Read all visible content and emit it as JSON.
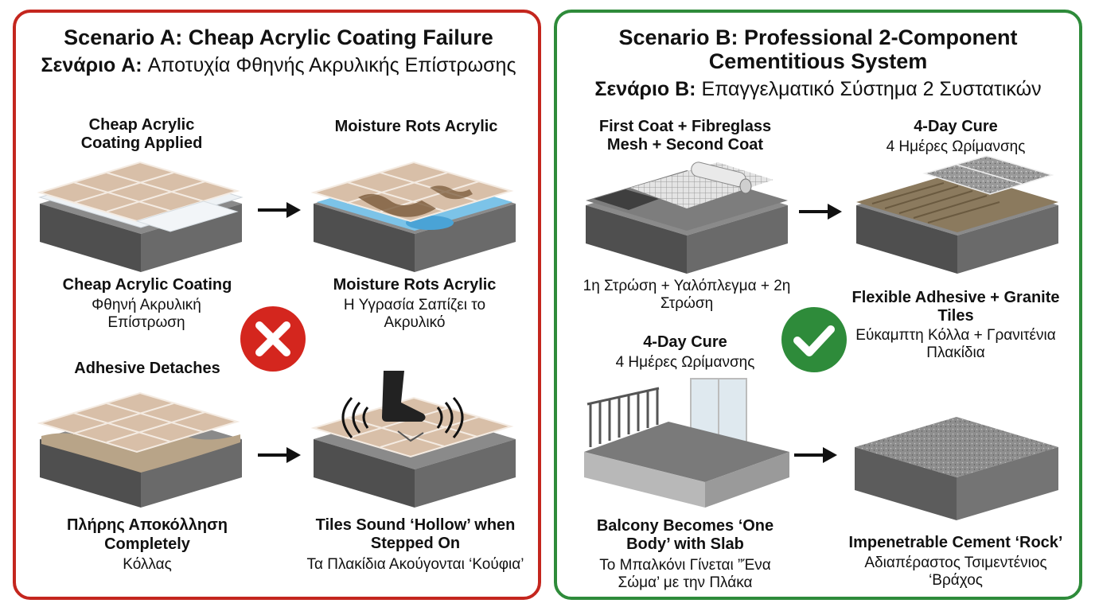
{
  "scenario_a": {
    "title": "Scenario A: Cheap Acrylic Coating Failure",
    "subtitle_prefix": "Σενάριο A:",
    "subtitle_rest": " Αποτυχία Φθηνής Ακρυλικής Επίστρωσης",
    "step1": {
      "heading": "Cheap Acrylic Coating Applied",
      "caption_en": "Cheap Acrylic Coating",
      "caption_gr": "Φθηνή Ακρυλική Επίστρωση"
    },
    "step2": {
      "heading": "Moisture Rots Acrylic",
      "caption_en": "Moisture Rots Acrylic",
      "caption_gr": "Η Υγρασία Σαπίζει το Ακρυλικό"
    },
    "step3": {
      "heading": "Adhesive Detaches",
      "caption_gr": "Πλήρης Αποκόλληση",
      "caption_en": "Completely",
      "caption_gr2": "Κόλλας"
    },
    "step4": {
      "caption_en": "Tiles Sound ‘Hollow’ when Stepped On",
      "caption_gr": "Τα Πλακίδια Ακούγονται ‘Κούφια’"
    }
  },
  "scenario_b": {
    "title_line1": "Scenario B: Professional 2-Component",
    "title_line2": "Cementitious System",
    "subtitle_prefix": "Σενάριο B:",
    "subtitle_rest": " Επαγγελματικό Σύστημα 2 Συστατικών",
    "step1": {
      "heading": "First Coat + Fibreglass Mesh + Second Coat",
      "caption_gr": "1η Στρώση + Υαλόπλεγμα + 2η Στρώση"
    },
    "step2": {
      "heading": "4-Day Cure",
      "heading_gr": "4 Ημέρες Ωρίμανσης",
      "caption_en": "Flexible Adhesive + Granite Tiles",
      "caption_gr": "Εύκαμπτη Κόλλα + Γρανιτένια Πλακίδια"
    },
    "step3": {
      "heading": "4-Day Cure",
      "heading_gr": "4 Ημέρες Ωρίμανσης",
      "caption_en": "Balcony Becomes ‘One Body’ with Slab",
      "caption_gr": "Το Μπαλκόνι Γίνεται ”Ένα Σώμα’ με την Πλάκα"
    },
    "step4": {
      "caption_en": "Impenetrable Cement ‘Rock’",
      "caption_gr": "Αδιαπέραστος Τσιμεντένιος ‘Βράχος"
    }
  },
  "icons": {
    "fail": "x-mark-icon",
    "success": "check-mark-icon",
    "arrow": "arrow-right-icon"
  },
  "colors": {
    "fail_red": "#c4261e",
    "success_green": "#2e8b3a",
    "tile_beige": "#d8bfa8",
    "slab_grey": "#6d6d6d"
  }
}
